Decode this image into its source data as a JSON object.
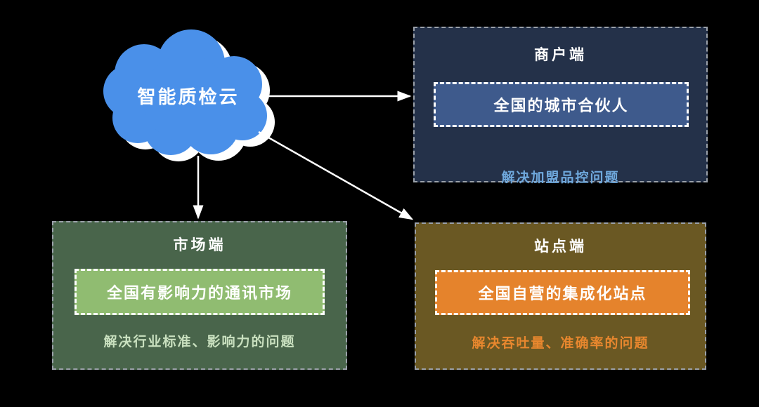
{
  "cloud": {
    "label": "智能质检云",
    "fill_color": "#4A90E9",
    "outline_color": "#FFFFFF"
  },
  "nodes": {
    "merchant": {
      "title": "商户端",
      "highlight": "全国的城市合伙人",
      "caption": "解决加盟品控问题",
      "bg_color": "#243149",
      "highlight_bg_color": "#3E5A8C",
      "caption_color": "#6FA8DC"
    },
    "market": {
      "title": "市场端",
      "highlight": "全国有影响力的通讯市场",
      "caption": "解决行业标准、影响力的问题",
      "bg_color": "#49654B",
      "highlight_bg_color": "#90BC71",
      "caption_color": "#C9E0BF"
    },
    "station": {
      "title": "站点端",
      "highlight": "全国自营的集成化站点",
      "caption": "解决吞吐量、准确率的问题",
      "bg_color": "#6A5823",
      "highlight_bg_color": "#E5832C",
      "caption_color": "#E8872E"
    }
  },
  "connections": [
    {
      "from": "cloud",
      "to": "merchant"
    },
    {
      "from": "cloud",
      "to": "market"
    },
    {
      "from": "cloud",
      "to": "station"
    }
  ],
  "canvas": {
    "background_color": "#000000",
    "arrow_color": "#FFFFFF"
  }
}
